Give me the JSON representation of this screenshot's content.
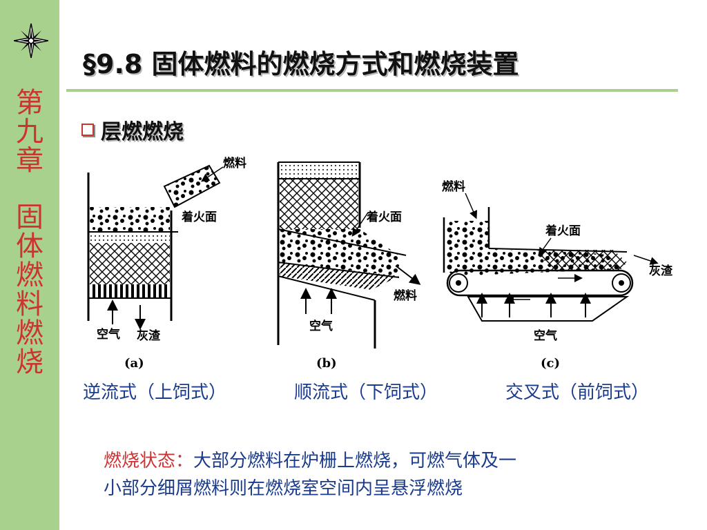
{
  "sidebar": {
    "chapter_line1": [
      "第",
      "九",
      "章"
    ],
    "chapter_line2": [
      "固",
      "体",
      "燃",
      "料",
      "燃",
      "烧"
    ]
  },
  "title": "§9.8 固体燃料的燃烧方式和燃烧装置",
  "bullet": "层燃燃烧",
  "diagram_labels": {
    "fuel": "燃料",
    "ignition_surface": "着火面",
    "air": "空气",
    "ash": "灰渣",
    "a": "(a)",
    "b": "(b)",
    "c": "(c)"
  },
  "captions": [
    "逆流式（上饲式）",
    "顺流式（下饲式）",
    "交叉式（前饲式）"
  ],
  "note": {
    "label": "燃烧状态：",
    "line1": "大部分燃料在炉栅上燃烧，可燃气体及一",
    "line2": "小部分细屑燃料则在燃烧室空间内呈悬浮燃烧"
  },
  "colors": {
    "sidebar": "#a9d18e",
    "accent_red": "#cc3333",
    "caption_blue": "#1a3b8c"
  }
}
